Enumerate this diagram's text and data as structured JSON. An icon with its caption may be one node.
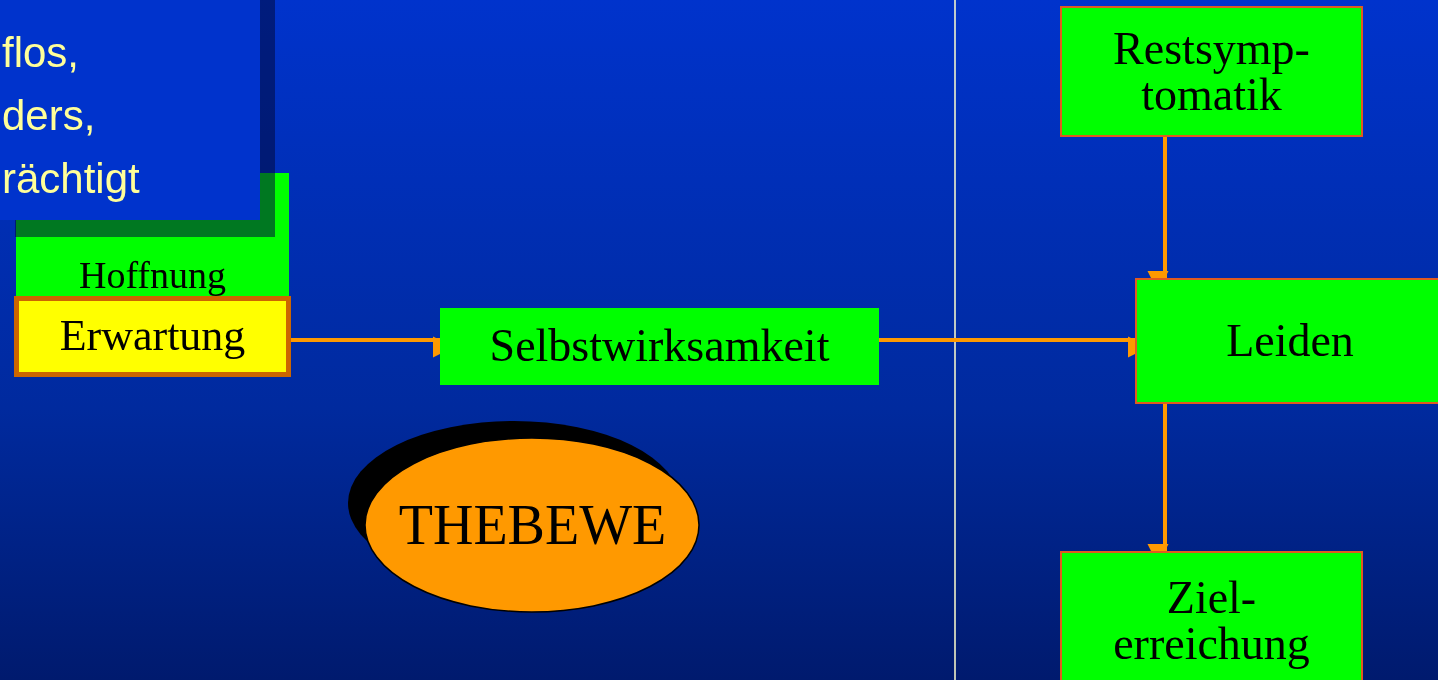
{
  "diagram": {
    "nodes": [
      {
        "text": [
          "flos, ders, rächtigt"
        ]
      },
      {
        "text": [
          "Hoffnung"
        ]
      },
      {
        "text": [
          "Erwartung"
        ]
      },
      {
        "text": [
          "Selbstwirksamkeit"
        ]
      },
      {
        "text": [
          "THEBEWE"
        ]
      },
      {
        "text": [
          "Restsymp- tomatik"
        ]
      },
      {
        "text": [
          "Leiden"
        ]
      },
      {
        "text": [
          "Ziel- erreichung"
        ]
      }
    ],
    "edges": [
      {
        "from": 2,
        "to": 3,
        "arrow": "to"
      },
      {
        "from": 3,
        "to": 6,
        "arrow": "to"
      },
      {
        "from": 5,
        "to": 6,
        "arrow": "to"
      },
      {
        "from": 6,
        "to": 7,
        "arrow": "to"
      }
    ]
  }
}
